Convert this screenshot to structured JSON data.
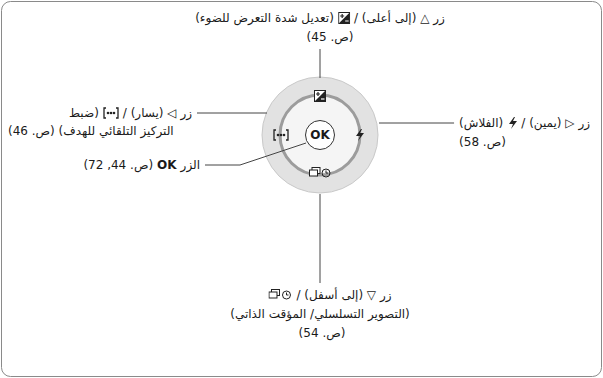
{
  "diagram": {
    "nodes": [
      {
        "text": [
          "OK"
        ]
      }
    ],
    "labels": [
      "زر △ (إلى أعلى) /",
      "(تعديل شدة التعرض للضوء)",
      "(ص. 45)",
      "زر ▷ (يمين) /",
      "(الفلاش)",
      "(ص. 58)",
      "زر ◁ (يسار) /",
      "(ضبط",
      "التركيز التلقائي للهدف) (ص. 46)",
      "الزر",
      "OK",
      "(ص. 44, 72)",
      "زر ▽ (إلى أسفل) /",
      "(التصوير التسلسلي/ المؤقت الذاتي)",
      "(ص. 54)"
    ]
  }
}
